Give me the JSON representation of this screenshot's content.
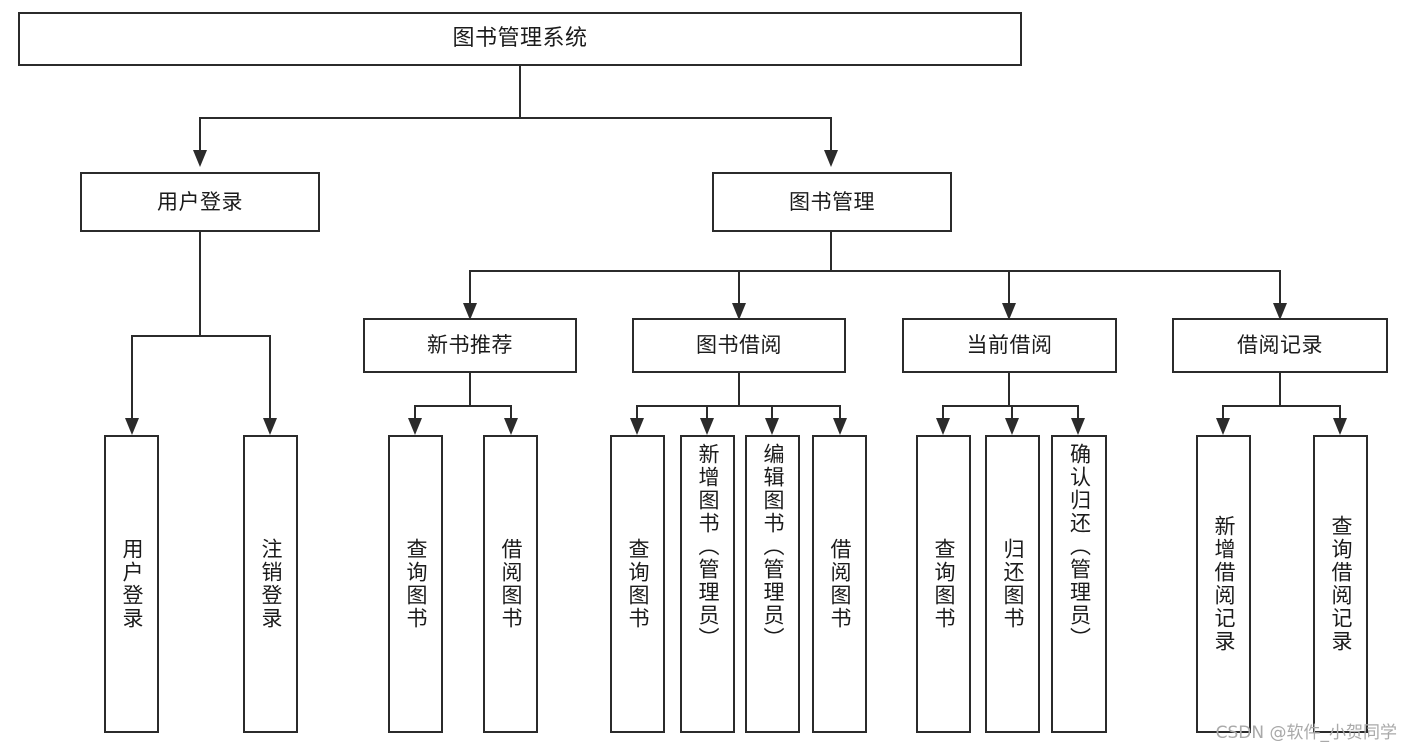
{
  "diagram": {
    "type": "tree-hierarchy-chart",
    "title": "图书管理系统",
    "orientation": "top-down",
    "watermark": "CSDN @软件_小贺同学",
    "colors": {
      "stroke": "#2b2b2b",
      "fill": "#ffffff",
      "text": "#1b1b1b",
      "watermark": "#a9a9a9"
    },
    "levels": {
      "level0": [
        {
          "id": "root",
          "label": "图书管理系统",
          "text_direction": "horizontal"
        }
      ],
      "level1": [
        {
          "id": "user-login",
          "label": "用户登录",
          "text_direction": "horizontal"
        },
        {
          "id": "book-manage",
          "label": "图书管理",
          "text_direction": "horizontal"
        }
      ],
      "level2": [
        {
          "id": "new-book-rec",
          "label": "新书推荐",
          "text_direction": "horizontal"
        },
        {
          "id": "book-borrow",
          "label": "图书借阅",
          "text_direction": "horizontal"
        },
        {
          "id": "current-borrow",
          "label": "当前借阅",
          "text_direction": "horizontal"
        },
        {
          "id": "borrow-record",
          "label": "借阅记录",
          "text_direction": "horizontal"
        }
      ],
      "level3": [
        {
          "id": "leaf-user-login",
          "label": "用户登录",
          "parent": "user-login",
          "text_direction": "vertical"
        },
        {
          "id": "leaf-logout",
          "label": "注销登录",
          "parent": "user-login",
          "text_direction": "vertical"
        },
        {
          "id": "leaf-query-book-1",
          "label": "查询图书",
          "parent": "new-book-rec",
          "text_direction": "vertical"
        },
        {
          "id": "leaf-borrow-book-1",
          "label": "借阅图书",
          "parent": "new-book-rec",
          "text_direction": "vertical"
        },
        {
          "id": "leaf-query-book-2",
          "label": "查询图书",
          "parent": "book-borrow",
          "text_direction": "vertical"
        },
        {
          "id": "leaf-add-book",
          "label": "新增图书（管理员）",
          "parent": "book-borrow",
          "text_direction": "vertical"
        },
        {
          "id": "leaf-edit-book",
          "label": "编辑图书（管理员）",
          "parent": "book-borrow",
          "text_direction": "vertical"
        },
        {
          "id": "leaf-borrow-book-2",
          "label": "借阅图书",
          "parent": "book-borrow",
          "text_direction": "vertical"
        },
        {
          "id": "leaf-query-book-3",
          "label": "查询图书",
          "parent": "current-borrow",
          "text_direction": "vertical"
        },
        {
          "id": "leaf-return-book",
          "label": "归还图书",
          "parent": "current-borrow",
          "text_direction": "vertical"
        },
        {
          "id": "leaf-confirm-return",
          "label": "确认归还（管理员）",
          "parent": "current-borrow",
          "text_direction": "vertical"
        },
        {
          "id": "leaf-add-record",
          "label": "新增借阅记录",
          "parent": "borrow-record",
          "text_direction": "vertical"
        },
        {
          "id": "leaf-query-record",
          "label": "查询借阅记录",
          "parent": "borrow-record",
          "text_direction": "vertical"
        }
      ]
    }
  }
}
